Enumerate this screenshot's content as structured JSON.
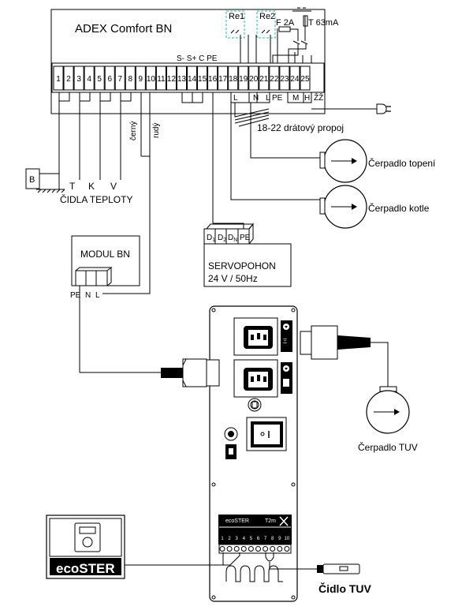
{
  "controller": {
    "title": "ADEX Comfort BN",
    "relay1": "Re1",
    "relay2": "Re2",
    "fuse1": "F 2A",
    "fuse2": "T 63mA",
    "terminal_numbers": [
      "1",
      "2",
      "3",
      "4",
      "5",
      "6",
      "7",
      "8",
      "9",
      "10",
      "11",
      "12",
      "13",
      "14",
      "15",
      "16",
      "17",
      "18",
      "19",
      "20",
      "21",
      "22",
      "23",
      "24",
      "25"
    ],
    "bus_labels": "S- S+ C PE",
    "out_labels": {
      "l": "L",
      "n": "N",
      "l2": "L",
      "pe": "PE",
      "m": "M",
      "h": "H",
      "zz": "ŽŽ"
    }
  },
  "sensors": {
    "b": "B",
    "t": "T",
    "k": "K",
    "v": "V",
    "caption": "ČIDLA TEPLOTY",
    "wire_black": "černý",
    "wire_red": "rudý"
  },
  "bridge": "18-22 drátový propoj",
  "pumps": {
    "heating": "Čerpadlo topení",
    "boiler": "Čerpadlo kotle",
    "tuv": "Čerpadlo TUV"
  },
  "modul": {
    "title": "MODUL BN",
    "pe": "PE",
    "n": "N",
    "l": "L"
  },
  "servo": {
    "d1": "D",
    "d1_sub": "1",
    "d2": "D",
    "d2_sub": "2",
    "dn": "D",
    "dn_sub": "N",
    "pe": "PE",
    "line1": "SERVOPOHON",
    "line2": "24 V / 50Hz"
  },
  "panel": {
    "ecoster_small": "ecoSTER",
    "t2": "T2m",
    "terminal_nums": [
      "1",
      "2",
      "3",
      "4",
      "5",
      "6",
      "7",
      "8",
      "9",
      "10"
    ]
  },
  "ecoster": {
    "label": "ecoSTER"
  },
  "sensor_tuv": "Čidlo TUV"
}
